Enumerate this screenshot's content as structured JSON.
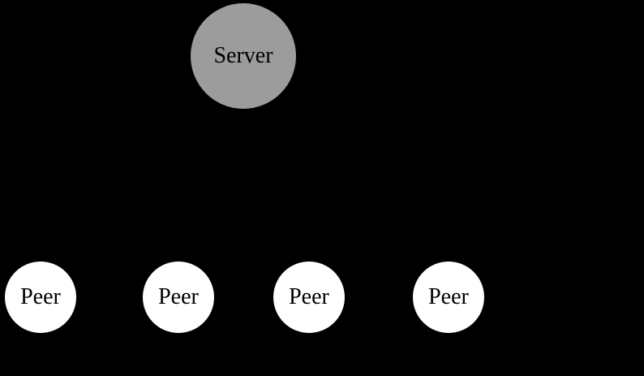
{
  "diagram": {
    "type": "network-topology",
    "background_color": "#000000",
    "server": {
      "label": "Server",
      "shape": "circle",
      "fill_color": "#9c9c9c",
      "text_color": "#000000"
    },
    "peers": [
      {
        "label": "Peer",
        "shape": "circle",
        "fill_color": "#ffffff",
        "text_color": "#000000"
      },
      {
        "label": "Peer",
        "shape": "circle",
        "fill_color": "#ffffff",
        "text_color": "#000000"
      },
      {
        "label": "Peer",
        "shape": "circle",
        "fill_color": "#ffffff",
        "text_color": "#000000"
      },
      {
        "label": "Peer",
        "shape": "circle",
        "fill_color": "#ffffff",
        "text_color": "#000000"
      }
    ]
  }
}
